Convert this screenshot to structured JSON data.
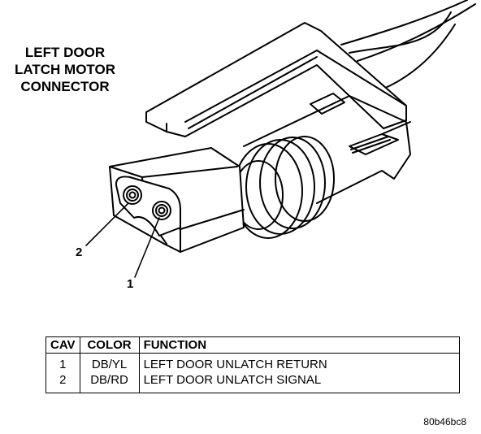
{
  "title_lines": [
    "LEFT DOOR",
    "LATCH MOTOR",
    "CONNECTOR"
  ],
  "callouts": {
    "pin2": "2",
    "pin1": "1"
  },
  "table": {
    "headers": {
      "cav": "CAV",
      "color": "COLOR",
      "function": "FUNCTION"
    },
    "rows": [
      {
        "cav": "1",
        "color": "DB/YL",
        "function": "LEFT DOOR UNLATCH RETURN"
      },
      {
        "cav": "2",
        "color": "DB/RD",
        "function": "LEFT DOOR UNLATCH SIGNAL"
      }
    ]
  },
  "figure_id": "80b46bc8"
}
